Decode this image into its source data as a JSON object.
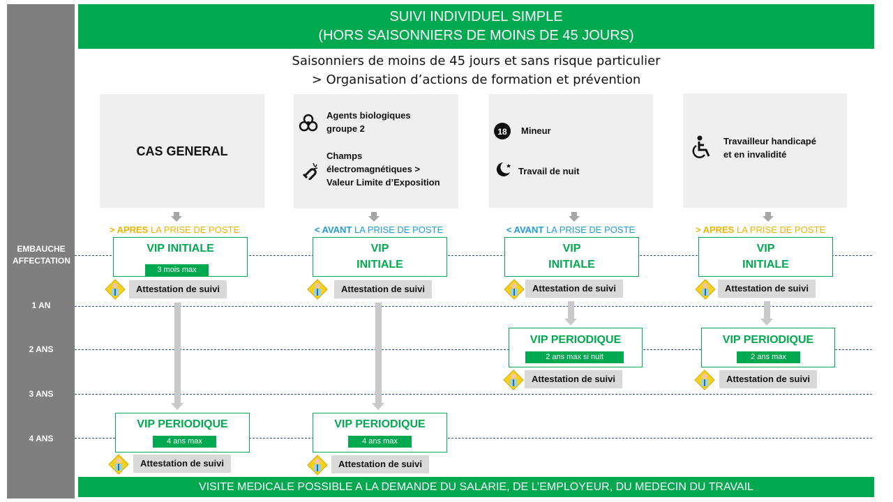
{
  "title": {
    "line1": "SUIVI INDIVIDUEL SIMPLE",
    "line2": "(HORS SAISONNIERS DE MOINS DE 45 JOURS)"
  },
  "subtitle": {
    "line1": "Saisonniers de moins de 45 jours et sans risque particulier",
    "line2": "> Organisation d’actions de formation et prévention"
  },
  "timeline": {
    "embauche_1": "EMBAUCHE",
    "embauche_2": "AFFECTATION",
    "y1": "1 AN",
    "y2": "2 ANS",
    "y3": "3 ANS",
    "y4": "4 ANS"
  },
  "columns": [
    {
      "card": {
        "label": "CAS GENERAL"
      },
      "timing": {
        "prefix": "> APRES",
        "rest": " LA PRISE DE POSTE"
      },
      "vip_initiale": {
        "label": "VIP INITIALE",
        "tag": "3 mois max"
      },
      "attestation_1": "Attestation de suivi",
      "vip_periodique": {
        "label": "VIP PERIODIQUE",
        "tag": "4 ans max"
      },
      "attestation_2": "Attestation de suivi"
    },
    {
      "card": {
        "item1": "Agents biologiques",
        "item1b": "groupe 2",
        "item2": "Champs",
        "item2b": "électromagnétiques >",
        "item2c": "Valeur Limite d’Exposition"
      },
      "timing": {
        "prefix": "< AVANT",
        "rest": " LA PRISE DE POSTE"
      },
      "vip_initiale": {
        "line1": "VIP",
        "line2": "INITIALE"
      },
      "attestation_1": "Attestation de suivi",
      "vip_periodique": {
        "label": "VIP PERIODIQUE",
        "tag": "4 ans max"
      },
      "attestation_2": "Attestation de suivi"
    },
    {
      "card": {
        "item1": "Mineur",
        "item2": "Travail de nuit",
        "badge": "18"
      },
      "timing": {
        "prefix": "< AVANT",
        "rest": " LA PRISE DE POSTE"
      },
      "vip_initiale": {
        "line1": "VIP",
        "line2": "INITIALE"
      },
      "attestation_1": "Attestation de suivi",
      "vip_periodique": {
        "label": "VIP PERIODIQUE",
        "tag": "2 ans max si nuit"
      },
      "attestation_2": "Attestation de suivi"
    },
    {
      "card": {
        "item1": "Travailleur handicapé",
        "item1b": "et en invalidité"
      },
      "timing": {
        "prefix": "> APRES",
        "rest": " LA PRISE DE POSTE"
      },
      "vip_initiale": {
        "line1": "VIP",
        "line2": "INITIALE"
      },
      "attestation_1": "Attestation de suivi",
      "vip_periodique": {
        "label": "VIP PERIODIQUE",
        "tag": "2 ans max"
      },
      "attestation_2": "Attestation de suivi"
    }
  ],
  "footer": "VISITE MEDICALE POSSIBLE A LA DEMANDE DU SALARIE, DE L’EMPLOYEUR, DU MEDECIN DU TRAVAIL",
  "colors": {
    "green": "#00a94f",
    "grey_bar": "#7f7f7f",
    "card_bg": "#efefef",
    "apres_orange": "#f0b400",
    "avant_blue": "#1f9bd7",
    "dash_blue": "#2f5597"
  }
}
